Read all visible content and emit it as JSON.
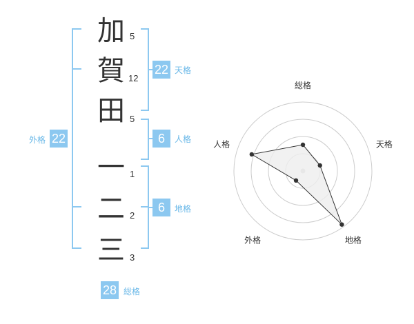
{
  "name": {
    "chars": [
      {
        "char": "加",
        "strokes": "5"
      },
      {
        "char": "賀",
        "strokes": "12"
      },
      {
        "char": "田",
        "strokes": "5"
      },
      {
        "char": "一",
        "strokes": "1"
      },
      {
        "char": "二",
        "strokes": "2"
      },
      {
        "char": "三",
        "strokes": "3"
      }
    ]
  },
  "scores": {
    "tenkaku": {
      "label": "天格",
      "value": "22"
    },
    "jinkaku": {
      "label": "人格",
      "value": "6"
    },
    "chikaku": {
      "label": "地格",
      "value": "6"
    },
    "gaikaku": {
      "label": "外格",
      "value": "22"
    },
    "soukaku": {
      "label": "総格",
      "value": "28"
    }
  },
  "chart_data": {
    "type": "radar",
    "axes": [
      "総格",
      "天格",
      "地格",
      "外格",
      "人格"
    ],
    "values": [
      0.38,
      0.26,
      0.96,
      0.17,
      0.78
    ],
    "rings": 4,
    "colors": {
      "fill": "#eeeeee",
      "line": "#333333",
      "ring": "#cccccc"
    }
  }
}
